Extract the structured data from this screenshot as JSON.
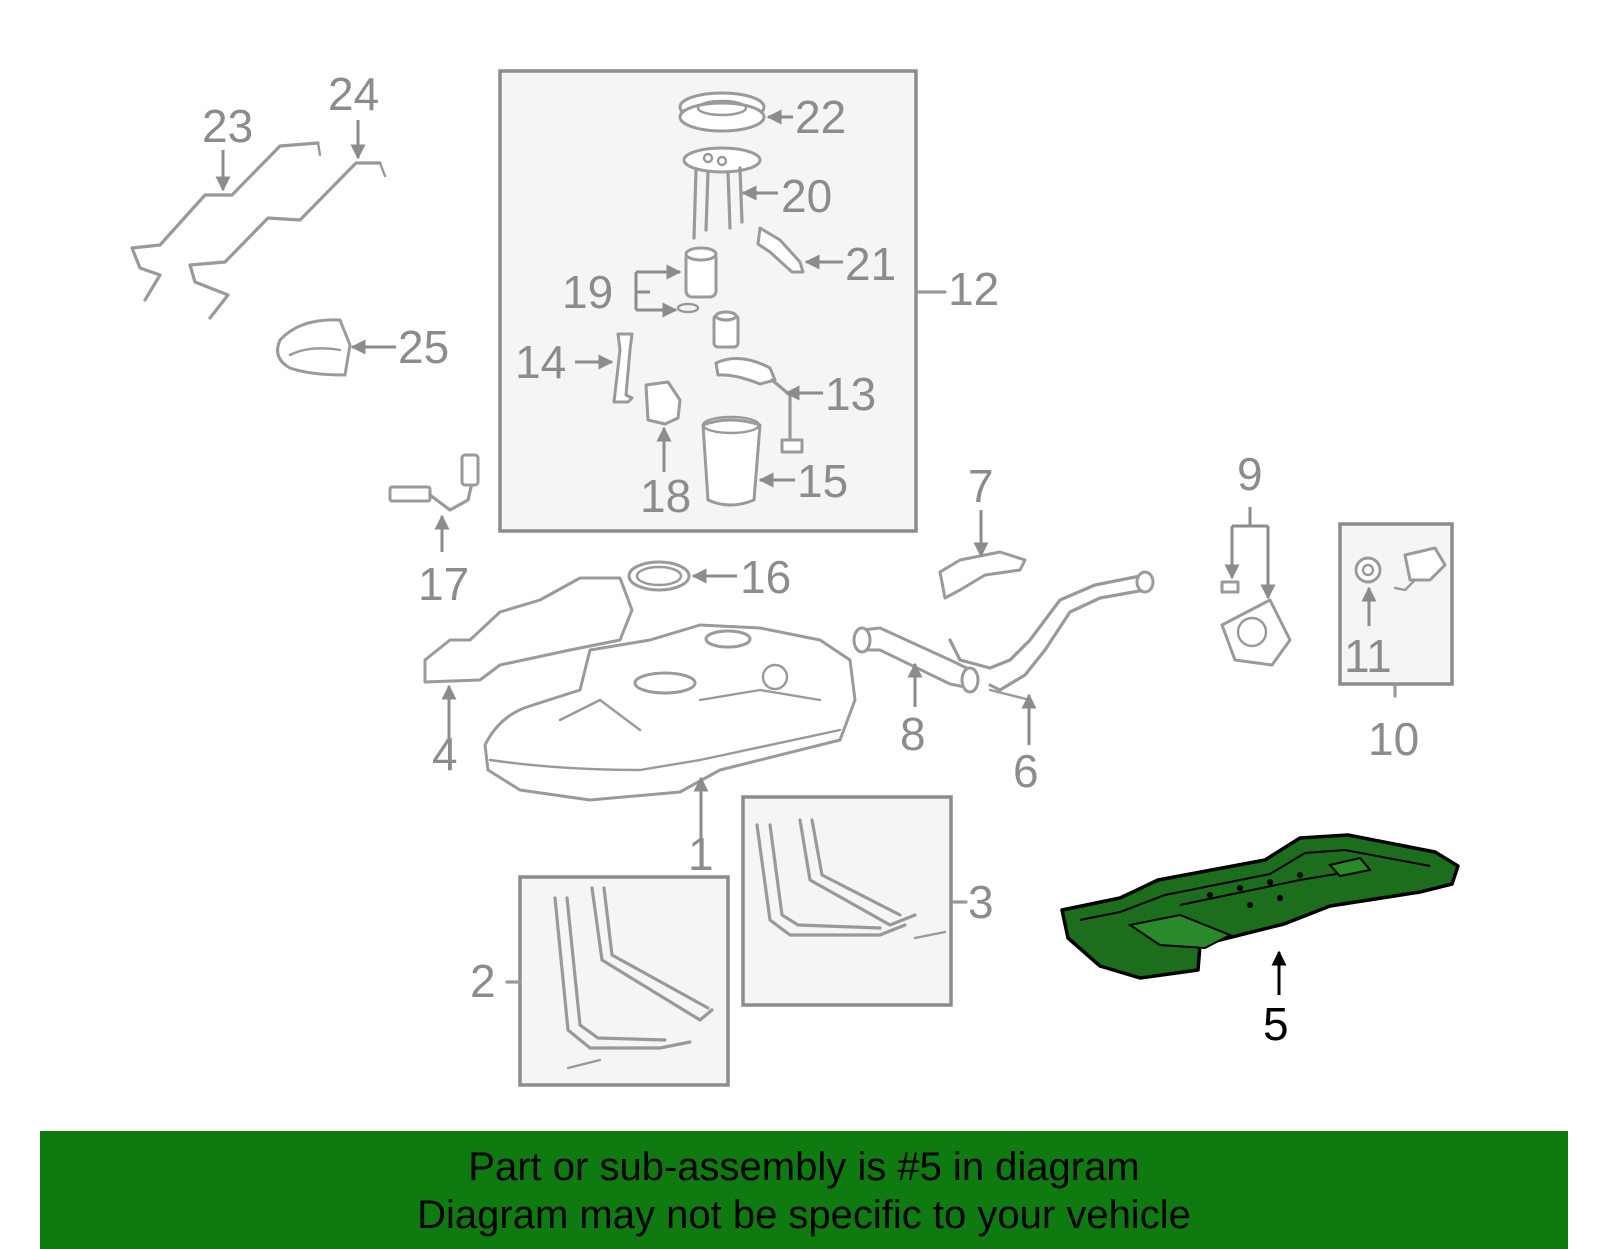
{
  "callouts": {
    "c1": "1",
    "c2": "2",
    "c3": "3",
    "c4": "4",
    "c5": "5",
    "c6": "6",
    "c7": "7",
    "c8": "8",
    "c9": "9",
    "c10": "10",
    "c11": "11",
    "c12": "12",
    "c13": "13",
    "c14": "14",
    "c15": "15",
    "c16": "16",
    "c17": "17",
    "c18": "18",
    "c19": "19",
    "c20": "20",
    "c21": "21",
    "c22": "22",
    "c23": "23",
    "c24": "24",
    "c25": "25"
  },
  "highlight": {
    "part": "5",
    "color": "#1c6e1c",
    "outline": "#000000"
  },
  "banner": {
    "line1": "Part or sub-assembly is #5 in diagram",
    "line2": "Diagram may not be specific to your vehicle",
    "color": "#0f7a0f"
  }
}
